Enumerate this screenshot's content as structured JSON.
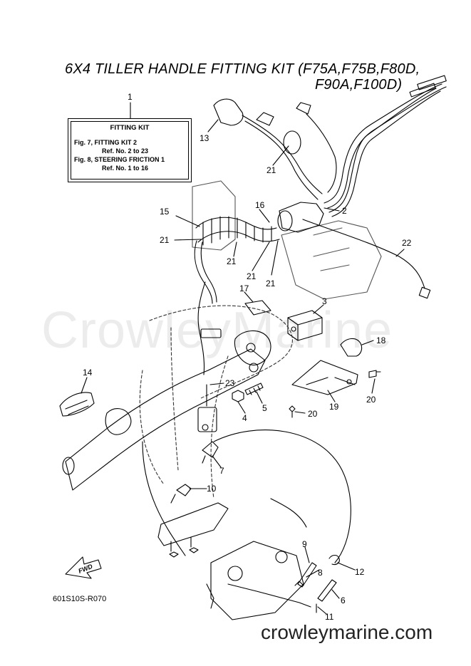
{
  "title": {
    "line1": "6X4 TILLER HANDLE FITTING KIT (F75A,F75B,F80D,",
    "line2": "F90A,F100D)"
  },
  "fitting_box": {
    "header": "FITTING KIT",
    "lines": [
      "Fig. 7, FITTING KIT 2",
      "Ref. No. 2 to 23",
      "Fig. 8, STEERING FRICTION 1",
      "Ref. No. 1 to 16"
    ]
  },
  "callouts": [
    "1",
    "13",
    "21",
    "16",
    "2",
    "15",
    "21",
    "21",
    "21",
    "21",
    "22",
    "17",
    "3",
    "18",
    "14",
    "23",
    "5",
    "4",
    "20",
    "19",
    "20",
    "7",
    "10",
    "9",
    "8",
    "12",
    "6",
    "11"
  ],
  "fwd_label": "FWD",
  "drawing_code": "601S10S-R070",
  "watermark": "CrowleyMarine",
  "site": "crowleymarine.com"
}
